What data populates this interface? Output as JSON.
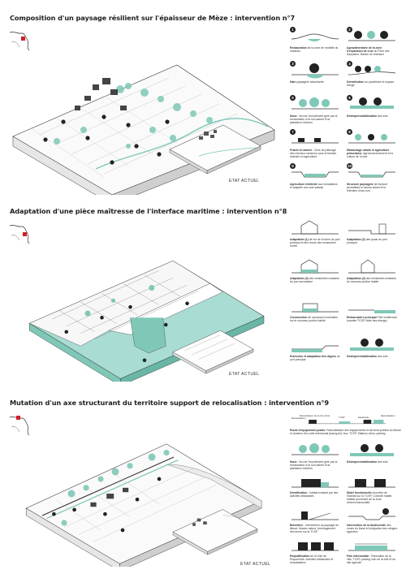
{
  "colors": {
    "teal": "#7fc8b8",
    "teal_light": "#cfe9e3",
    "dark": "#222222",
    "accent_red": "#d21f26"
  },
  "sections": [
    {
      "title": "Composition d'un paysage résilient sur l'épaisseur de Mèze : intervention n°7",
      "etat": "ETAT ACTUEL",
      "legend": [
        {
          "n": "1",
          "bold": "Restauration",
          "text": " de la zone de mobilité du ruisseau"
        },
        {
          "n": "2",
          "bold": "Agroalimentaire de la zone d'expansion de crue",
          "text": " du Pech des Sanyaires. Bassin de rétention"
        },
        {
          "n": "3",
          "bold": "Haie",
          "text": " paysagère absorbante"
        },
        {
          "n": "4",
          "bold": "Densification",
          "text": " du parcellaire et espace refuge"
        },
        {
          "n": "5",
          "bold": "Noue",
          "text": " : lieu de l'écoulement géré par la renaturation d'un sol naturel et la plantation d'arbres"
        },
        {
          "n": "6",
          "bold": "Désimperméabilisation",
          "text": " des sols"
        },
        {
          "n": "7",
          "bold": "Prairie en lanière",
          "text": " : Zone de pâturage des chevaux soutenue pour la fraction animale en agriculture"
        },
        {
          "n": "8",
          "bold": "Maraîchage urbain et agriculture périurbaine",
          "text": ". Agroenvironnement et la culture de l'ovine"
        },
        {
          "n": "9",
          "bold": "Agriculture résiliente",
          "text": " aux inondations et adaptée aux sols salants"
        },
        {
          "n": "10",
          "bold": "Structure paysagère",
          "text": " de bordure permettant le niveau actuel et la rétention d'eau lors"
        }
      ]
    },
    {
      "title": "Adaptation d'une pièce maîtresse de l'interface maritime : intervention n°8",
      "etat": "ETAT ACTUEL",
      "legend": [
        {
          "n": "",
          "bold": "Adaptation (1)",
          "text": " de rez de et tours du port principal et des reculs des immeubles riches"
        },
        {
          "n": "",
          "bold": "Adaptation (2)",
          "text": " des quais du port principal"
        },
        {
          "n": "",
          "bold": "Adaptation (3)",
          "text": " des immeubles existants du port secondaire"
        },
        {
          "n": "",
          "bold": "Adaptation (4)",
          "text": " des immeubles existants du nouveau portion habité"
        },
        {
          "n": "",
          "bold": "Construction",
          "text": " de nouveaux immeubles sur le nouveau portion habité"
        },
        {
          "n": "",
          "bold": "Embarcadère principal",
          "text": " Pôle multimodal (navette TCSP, flotte des étangs)"
        },
        {
          "n": "",
          "bold": "Extension et adaptation des digues",
          "text": " du port principal"
        },
        {
          "n": "",
          "bold": "Désimperméabilisation",
          "text": " des sols"
        }
      ]
    },
    {
      "title": "Mutation d'un axe structurant du territoire support de relocalisation : intervention n°9",
      "etat": "ETAT ACTUEL",
      "legend_header": [
        "Relocalisation de la rive droite",
        "Relocalisation",
        "TCSP",
        "Esplanade",
        "Relocalisation"
      ],
      "legend": [
        {
          "n": "",
          "bold": "Route d'équipement public.",
          "text": " Relocalisation des équipements et services publics du littoral et création d'un pôle intermodal (transport), bus, TCSP, Stations vélos, parking"
        },
        {
          "n": "",
          "bold": "Noue",
          "text": " : lieu de l'écoulement géré par la renaturation d'un sol naturel et la plantation d'arbres"
        },
        {
          "n": "",
          "bold": "Désimperméabilisation",
          "text": " des sols"
        },
        {
          "n": "",
          "bold": "Densification",
          "text": " : habitat existant par des activités artisanales"
        },
        {
          "n": "",
          "bold": "Motel fonctionnelle",
          "text": " Accroître de l'habitat sur la TCSP, Contrôle habité, habitat provenant de la zone d'intercommunalité"
        },
        {
          "n": "",
          "bold": "Belvédère",
          "text": " : Intervention du paysage du littoral, Mosaic nature, Aménagement des terres sur la TCSP"
        },
        {
          "n": "",
          "bold": "Intervention de la biodiversité",
          "text": " des zones du fossé et intégration des refuges agricoles"
        },
        {
          "n": "",
          "bold": "Requalification",
          "text": " de la Voie de Roqueviolle. Activités artisanales et relocalisation"
        },
        {
          "n": "",
          "bold": "Pôle intermodale",
          "text": " : Relocation de la ville, TCSP, parking vélo de la ville et du site agricole"
        }
      ]
    }
  ]
}
